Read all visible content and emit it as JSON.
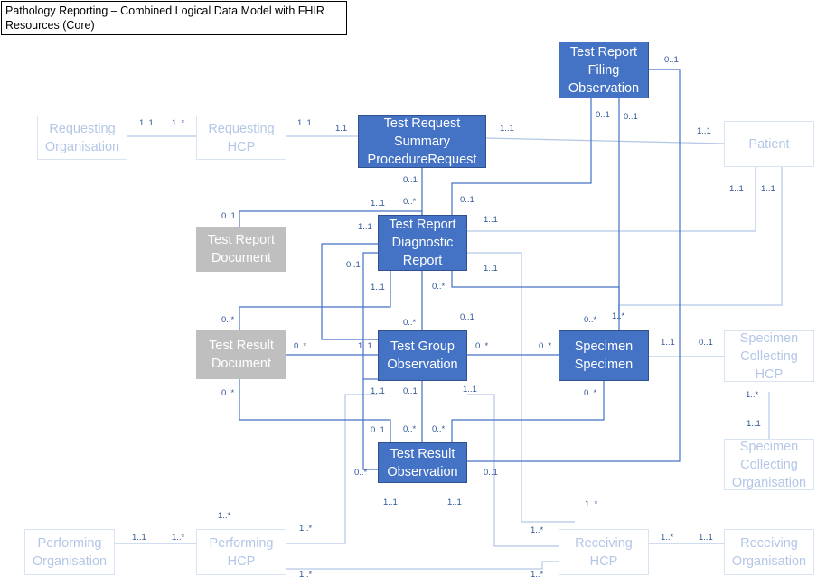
{
  "title": "Pathology Reporting – Combined Logical Data Model with FHIR\nResources (Core)",
  "colors": {
    "primary": "#4472c4",
    "primary_border": "#2f528f",
    "document": "#bfbfbf",
    "faded_text": "#b4c7e7",
    "faded_border": "#dae3f3",
    "link": "#4472c4",
    "faded_link": "#b4c7e7"
  },
  "boxes": {
    "requesting_org": "Requesting\nOrganisation",
    "requesting_hcp": "Requesting\nHCP",
    "test_request": "Test Request\nSummary\nProcedureRequest",
    "test_report_filing": "Test Report\nFiling\nObservation",
    "patient": "Patient",
    "test_report_document": "Test Report\nDocument",
    "test_report": "Test Report\nDiagnostic\nReport",
    "test_result_document": "Test Result\nDocument",
    "test_group": "Test Group\nObservation",
    "specimen": "Specimen\nSpecimen",
    "specimen_collecting_hcp": "Specimen\nCollecting\nHCP",
    "specimen_collecting_org": "Specimen\nCollecting\nOrganisation",
    "test_result": "Test Result\nObservation",
    "performing_org": "Performing\nOrganisation",
    "performing_hcp": "Performing\nHCP",
    "receiving_hcp": "Receiving\nHCP",
    "receiving_org": "Receiving\nOrganisation"
  },
  "multiplicities": {
    "m1": "1..1",
    "m2": "1..*",
    "m3": "1..1",
    "m4": "1.1",
    "m5": "1..1",
    "m6": "0..1",
    "m7": "1..1",
    "m8": "0..1",
    "m9": "0..1",
    "m10": "0..1",
    "m11": "0..*",
    "m12": "1..1",
    "m13": "0..1",
    "m14": "1..1",
    "m15": "1..1",
    "m16": "1..1",
    "m17": "0..1",
    "m18": "1..1",
    "m19": "1..1",
    "m20": "1..1",
    "m21": "0..1",
    "m22": "0..*",
    "m23": "0..*",
    "m24": "0..*",
    "m25": "1..*",
    "m26": "0..1",
    "m27": "0..*",
    "m28": "0..*",
    "m29": "0..*",
    "m30": "1..1",
    "m31": "0..1",
    "m32": "0..*",
    "m33": "1..1",
    "m34": "1..1",
    "m35": "0..1",
    "m36": "0..*",
    "m37": "0..*",
    "m38": "0..*",
    "m39": "0..*",
    "m40": "1..*",
    "m41": "1..1",
    "m42": "0..1",
    "m43": "0..1",
    "m44": "0..*",
    "m45": "1..1",
    "m46": "1..1",
    "m47": "1..*",
    "m48": "1..*",
    "m49": "1..1",
    "m50": "1..*",
    "m51": "1..*",
    "m52": "1..*",
    "m53": "1..*",
    "m54": "1..1",
    "m55": "1..*",
    "m56": "1..1"
  }
}
